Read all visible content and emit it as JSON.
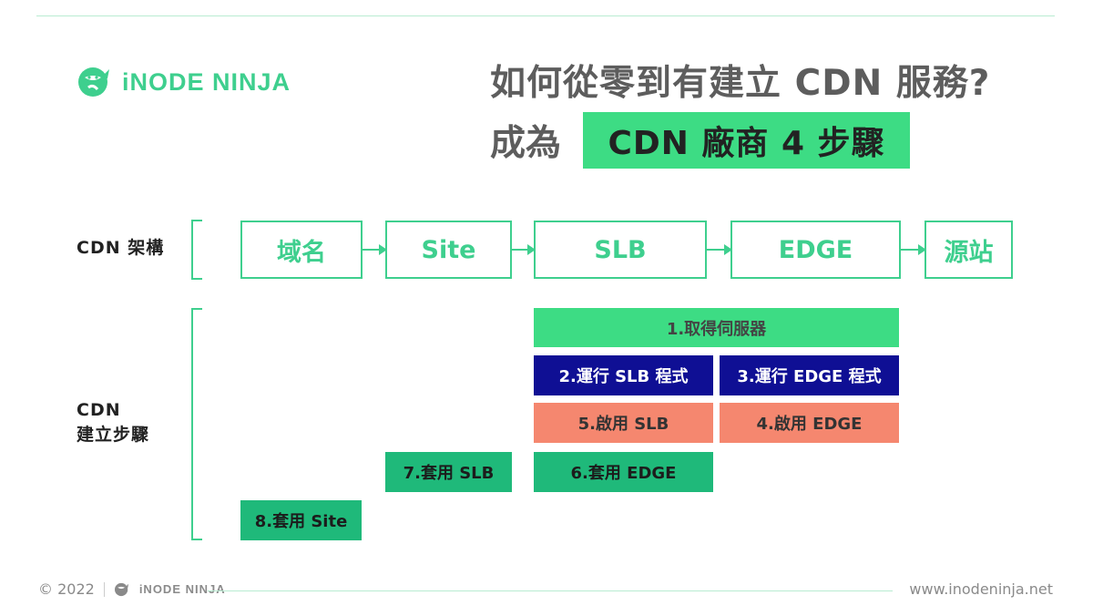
{
  "brand": {
    "name": "iNODE NINJA",
    "color": "#3ecf8e"
  },
  "title": {
    "line1": "如何從零到有建立 CDN 服務?",
    "line2_lead": "成為",
    "line2_highlight": "CDN 廠商 4 步驟"
  },
  "rows": {
    "architecture_label": "CDN 架構",
    "steps_label_line1": "CDN",
    "steps_label_line2": "建立步驟"
  },
  "architecture": [
    "域名",
    "Site",
    "SLB",
    "EDGE",
    "源站"
  ],
  "steps": [
    {
      "label": "1.取得伺服器",
      "color": "#3ddc84"
    },
    {
      "label": "2.運行 SLB 程式",
      "color": "#0f0f94"
    },
    {
      "label": "3.運行 EDGE 程式",
      "color": "#0f0f94"
    },
    {
      "label": "5.啟用 SLB",
      "color": "#f5876f"
    },
    {
      "label": "4.啟用 EDGE",
      "color": "#f5876f"
    },
    {
      "label": "7.套用 SLB",
      "color": "#1fb97a"
    },
    {
      "label": "6.套用 EDGE",
      "color": "#1fb97a"
    },
    {
      "label": "8.套用 Site",
      "color": "#1fb97a"
    }
  ],
  "footer": {
    "copyright": "© 2022",
    "logo_text": "iNODE NINJA",
    "url": "www.inodeninja.net"
  }
}
